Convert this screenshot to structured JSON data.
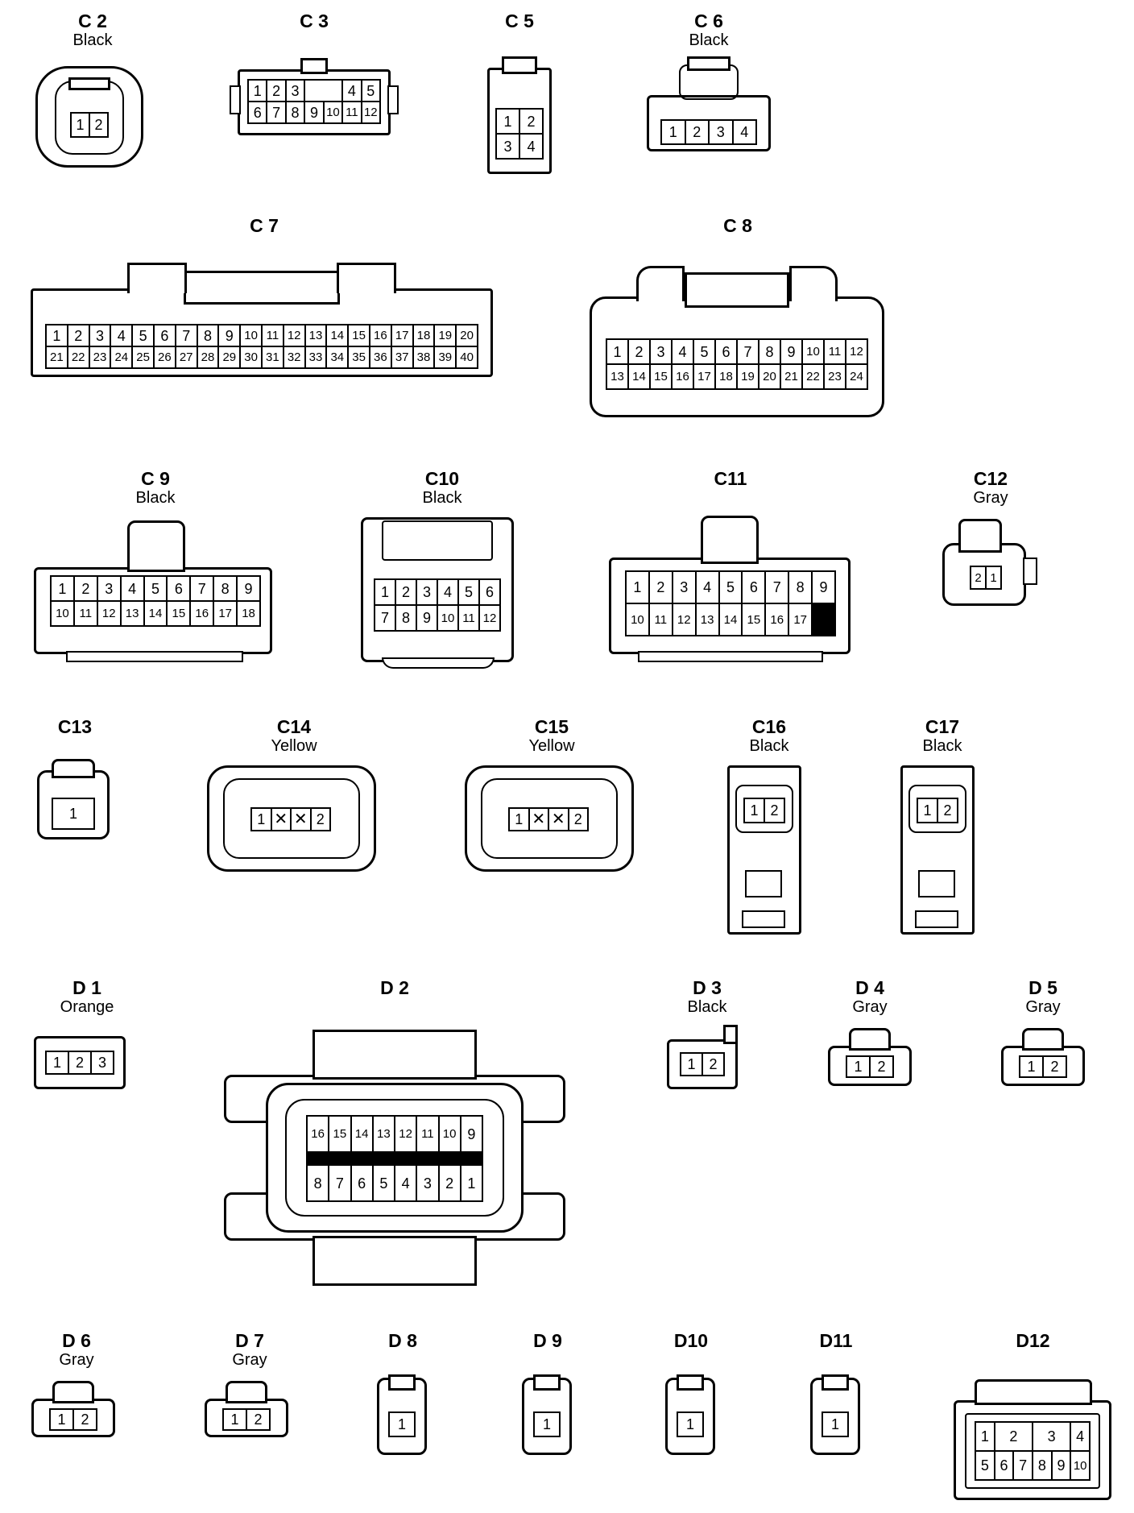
{
  "connectors": {
    "C2": {
      "id": "C 2",
      "color": "Black",
      "pins": [
        "1",
        "2"
      ]
    },
    "C3": {
      "id": "C 3",
      "pins": [
        "1",
        "2",
        "3",
        "",
        "4",
        "5",
        "6",
        "7",
        "8",
        "9",
        "10",
        "11",
        "12"
      ]
    },
    "C5": {
      "id": "C 5",
      "pins": [
        "1",
        "2",
        "3",
        "4"
      ]
    },
    "C6": {
      "id": "C 6",
      "color": "Black",
      "pins": [
        "1",
        "2",
        "3",
        "4"
      ]
    },
    "C7": {
      "id": "C 7",
      "pins": [
        "1",
        "2",
        "3",
        "4",
        "5",
        "6",
        "7",
        "8",
        "9",
        "10",
        "11",
        "12",
        "13",
        "14",
        "15",
        "16",
        "17",
        "18",
        "19",
        "20",
        "21",
        "22",
        "23",
        "24",
        "25",
        "26",
        "27",
        "28",
        "29",
        "30",
        "31",
        "32",
        "33",
        "34",
        "35",
        "36",
        "37",
        "38",
        "39",
        "40"
      ]
    },
    "C8": {
      "id": "C 8",
      "pins": [
        "1",
        "2",
        "3",
        "4",
        "5",
        "6",
        "7",
        "8",
        "9",
        "10",
        "11",
        "12",
        "13",
        "14",
        "15",
        "16",
        "17",
        "18",
        "19",
        "20",
        "21",
        "22",
        "23",
        "24"
      ]
    },
    "C9": {
      "id": "C 9",
      "color": "Black",
      "pins": [
        "1",
        "2",
        "3",
        "4",
        "5",
        "6",
        "7",
        "8",
        "9",
        "10",
        "11",
        "12",
        "13",
        "14",
        "15",
        "16",
        "17",
        "18"
      ]
    },
    "C10": {
      "id": "C10",
      "color": "Black",
      "pins": [
        "1",
        "2",
        "3",
        "4",
        "5",
        "6",
        "7",
        "8",
        "9",
        "10",
        "11",
        "12"
      ]
    },
    "C11": {
      "id": "C11",
      "pins": [
        "1",
        "2",
        "3",
        "4",
        "5",
        "6",
        "7",
        "8",
        "9",
        "10",
        "11",
        "12",
        "13",
        "14",
        "15",
        "16",
        "17"
      ]
    },
    "C12": {
      "id": "C12",
      "color": "Gray",
      "pins": [
        "2",
        "1"
      ]
    },
    "C13": {
      "id": "C13",
      "pins": [
        "1"
      ]
    },
    "C14": {
      "id": "C14",
      "color": "Yellow",
      "pins": [
        "1",
        "2"
      ]
    },
    "C15": {
      "id": "C15",
      "color": "Yellow",
      "pins": [
        "1",
        "2"
      ]
    },
    "C16": {
      "id": "C16",
      "color": "Black",
      "pins": [
        "1",
        "2"
      ]
    },
    "C17": {
      "id": "C17",
      "color": "Black",
      "pins": [
        "1",
        "2"
      ]
    },
    "D1": {
      "id": "D 1",
      "color": "Orange",
      "pins": [
        "1",
        "2",
        "3"
      ]
    },
    "D2": {
      "id": "D 2",
      "pins": [
        "16",
        "15",
        "14",
        "13",
        "12",
        "11",
        "10",
        "9",
        "8",
        "7",
        "6",
        "5",
        "4",
        "3",
        "2",
        "1"
      ]
    },
    "D3": {
      "id": "D 3",
      "color": "Black",
      "pins": [
        "1",
        "2"
      ]
    },
    "D4": {
      "id": "D 4",
      "color": "Gray",
      "pins": [
        "1",
        "2"
      ]
    },
    "D5": {
      "id": "D 5",
      "color": "Gray",
      "pins": [
        "1",
        "2"
      ]
    },
    "D6": {
      "id": "D 6",
      "color": "Gray",
      "pins": [
        "1",
        "2"
      ]
    },
    "D7": {
      "id": "D 7",
      "color": "Gray",
      "pins": [
        "1",
        "2"
      ]
    },
    "D8": {
      "id": "D 8",
      "pins": [
        "1"
      ]
    },
    "D9": {
      "id": "D 9",
      "pins": [
        "1"
      ]
    },
    "D10": {
      "id": "D10",
      "pins": [
        "1"
      ]
    },
    "D11": {
      "id": "D11",
      "pins": [
        "1"
      ]
    },
    "D12": {
      "id": "D12",
      "pins": [
        "1",
        "2",
        "3",
        "4",
        "5",
        "6",
        "7",
        "8",
        "9",
        "10"
      ]
    }
  }
}
